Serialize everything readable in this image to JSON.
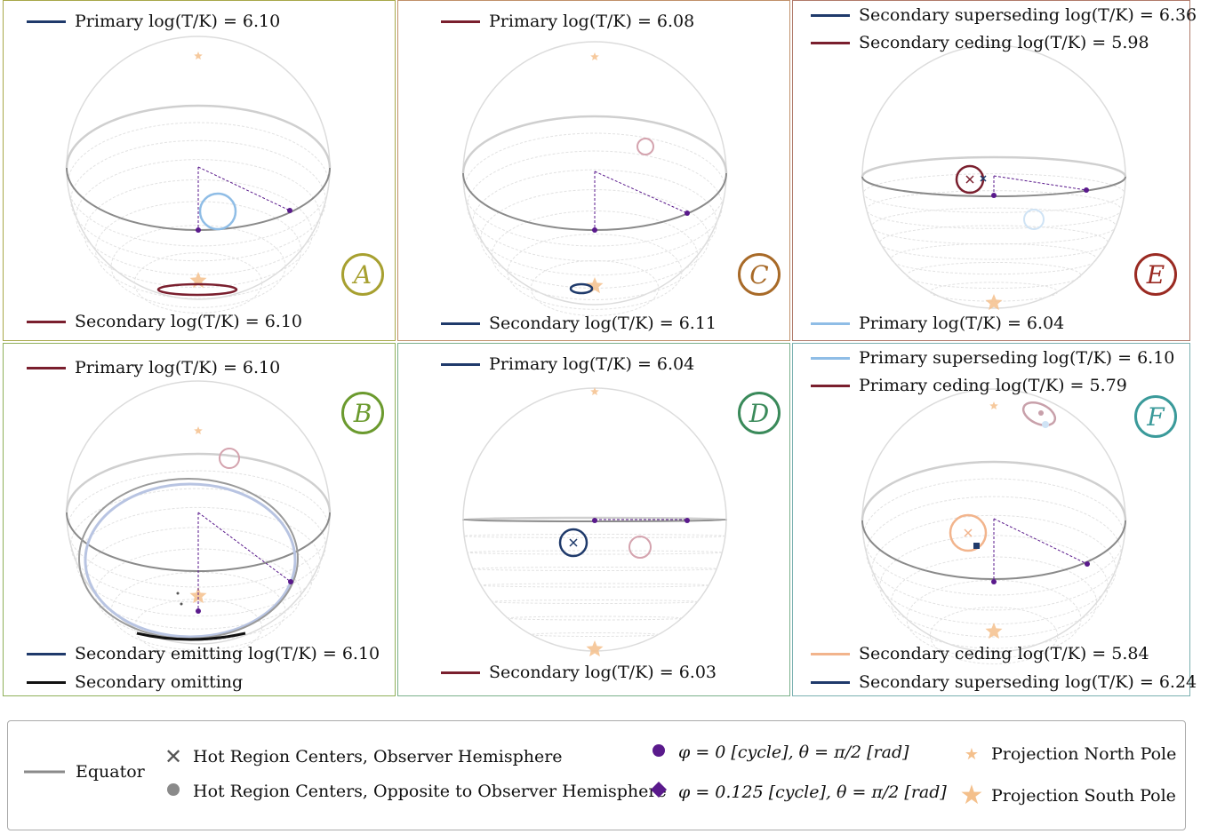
{
  "colors": {
    "navy": "#1f3a6b",
    "maroon": "#7a1f2e",
    "lightblue": "#8fbde6",
    "peach": "#f2b48c",
    "black": "#111111",
    "equator": "#8a8a8a",
    "purple": "#5a1a8c",
    "star": "#f4c08c"
  },
  "panels": {
    "A": {
      "letter": "A",
      "border": "#a8a84a",
      "badge": "#a7a030",
      "top": [
        {
          "label": "Primary log(T/K) = 6.10",
          "color": "#1f3a6b"
        }
      ],
      "bottom": [
        {
          "label": "Secondary log(T/K) = 6.10",
          "color": "#7a1f2e"
        }
      ]
    },
    "B": {
      "letter": "B",
      "border": "#8fb05a",
      "badge": "#6b9a2e",
      "top": [
        {
          "label": "Primary log(T/K) = 6.10",
          "color": "#7a1f2e"
        }
      ],
      "bottom": [
        {
          "label": "Secondary emitting log(T/K) = 6.10",
          "color": "#1f3a6b"
        },
        {
          "label": "Secondary omitting",
          "color": "#111111"
        }
      ]
    },
    "C": {
      "letter": "C",
      "border": "#c0906a",
      "badge": "#a86a28",
      "top": [
        {
          "label": "Primary log(T/K) = 6.08",
          "color": "#7a1f2e"
        }
      ],
      "bottom": [
        {
          "label": "Secondary log(T/K) = 6.11",
          "color": "#1f3a6b"
        }
      ]
    },
    "D": {
      "letter": "D",
      "border": "#7ab08a",
      "badge": "#3a8a5a",
      "top": [
        {
          "label": "Primary log(T/K) = 6.04",
          "color": "#1f3a6b"
        }
      ],
      "bottom": [
        {
          "label": "Secondary log(T/K) = 6.03",
          "color": "#7a1f2e"
        }
      ]
    },
    "E": {
      "letter": "E",
      "border": "#b07a6a",
      "badge": "#9a2a22",
      "top": [
        {
          "label": "Secondary superseding log(T/K) = 6.36",
          "color": "#1f3a6b"
        },
        {
          "label": "Secondary ceding log(T/K) = 5.98",
          "color": "#7a1f2e"
        }
      ],
      "bottom": [
        {
          "label": "Primary log(T/K) = 6.04",
          "color": "#8fbde6"
        }
      ]
    },
    "F": {
      "letter": "F",
      "border": "#7ab0b0",
      "badge": "#3a9a9a",
      "top": [
        {
          "label": "Primary superseding log(T/K) = 6.10",
          "color": "#8fbde6"
        },
        {
          "label": "Primary ceding log(T/K) = 5.79",
          "color": "#7a1f2e"
        }
      ],
      "bottom": [
        {
          "label": "Secondary ceding log(T/K) = 5.84",
          "color": "#f2b48c"
        },
        {
          "label": "Secondary superseding log(T/K) = 6.24",
          "color": "#1f3a6b"
        }
      ]
    }
  },
  "legend": {
    "equator": "Equator",
    "hot_observer": "Hot Region Centers, Observer Hemisphere",
    "hot_opposite": "Hot Region Centers, Opposite to Observer Hemisphere",
    "phi0": "φ = 0 [cycle], θ = π/2 [rad]",
    "phi0125": "φ = 0.125 [cycle], θ = π/2 [rad]",
    "north_pole": "Projection North Pole",
    "south_pole": "Projection South Pole"
  }
}
